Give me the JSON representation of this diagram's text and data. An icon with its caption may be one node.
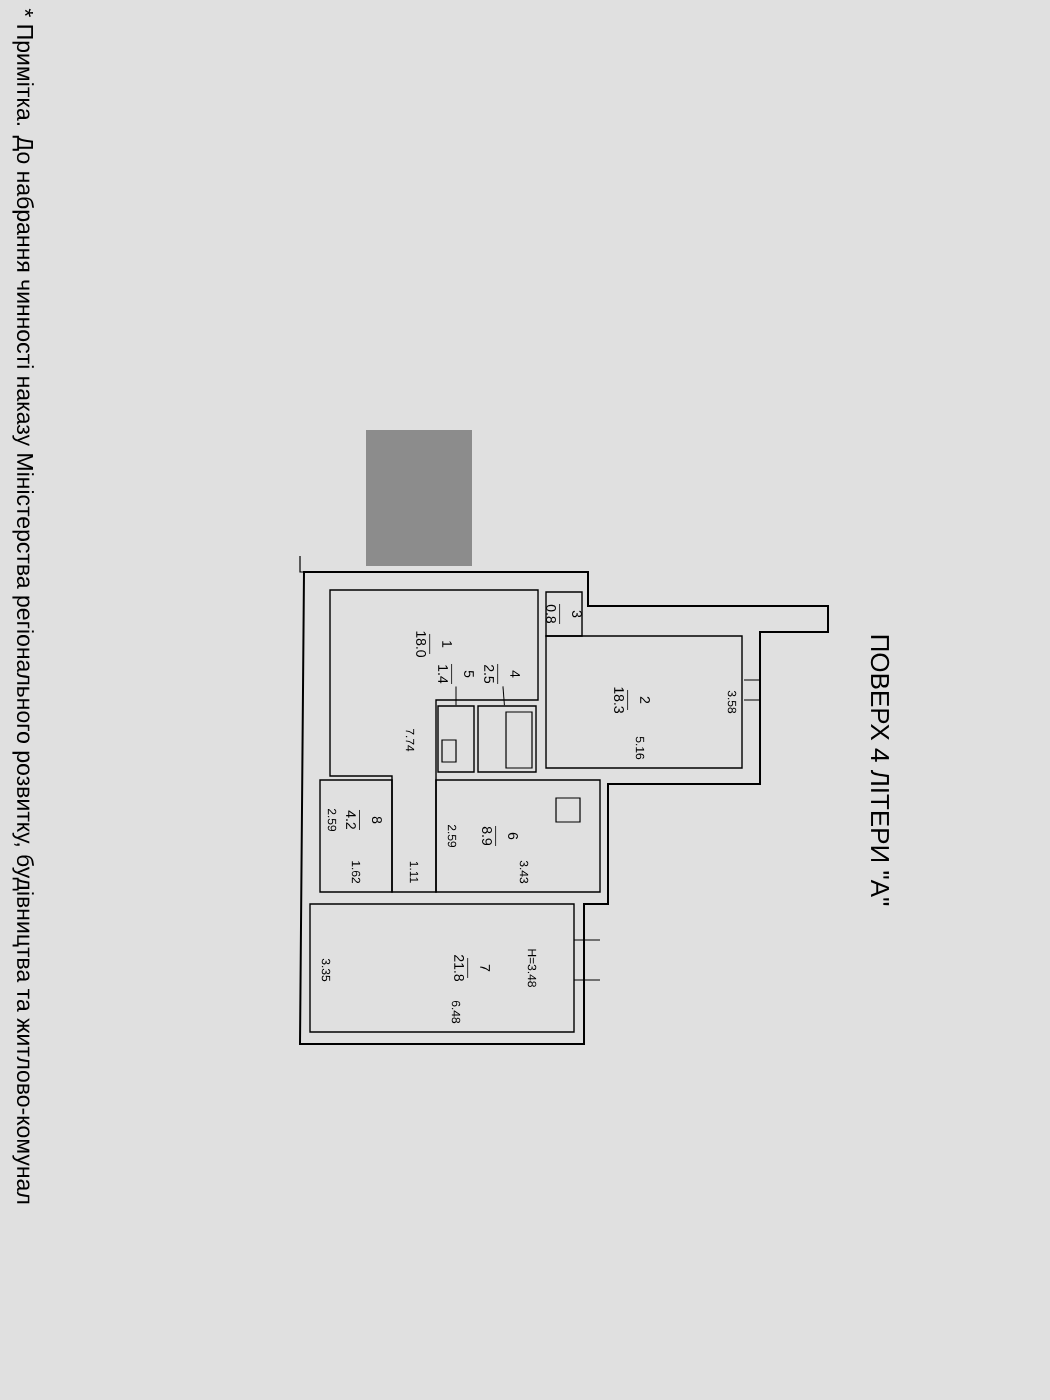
{
  "diagram": {
    "title": "ПОВЕРХ 4 ЛІТЕРИ \"А\"",
    "nodes": [
      {
        "text": [
          "1",
          "18.0"
        ]
      },
      {
        "text": [
          "2",
          "18.3"
        ]
      },
      {
        "text": [
          "3",
          "0.8"
        ]
      },
      {
        "text": [
          "4",
          "2.5"
        ],
        "in": 0
      },
      {
        "text": [],
        "shape": "box"
      },
      {
        "text": [
          "5",
          "1.4"
        ],
        "in": 0
      },
      {
        "text": [],
        "shape": "box"
      },
      {
        "text": [
          "6",
          "8.9"
        ]
      },
      {
        "text": [
          "7",
          "21.8"
        ]
      },
      {
        "text": [
          "8",
          "4.2"
        ]
      }
    ],
    "edges": [
      {
        "from": 3,
        "to": 6,
        "arrow": "none"
      },
      {
        "from": 5,
        "to": 4,
        "arrow": "none"
      }
    ],
    "labels": [
      "3.58",
      "5.16",
      "7.74",
      "2.59",
      "1.62",
      "1.11",
      "2.59",
      "3.43",
      "3.35",
      "6.48",
      "Н=3.48",
      "* Примітка. До набрання чинності наказу Міністерства регіонального розвитку, будівництва та житлово-комунал"
    ]
  }
}
